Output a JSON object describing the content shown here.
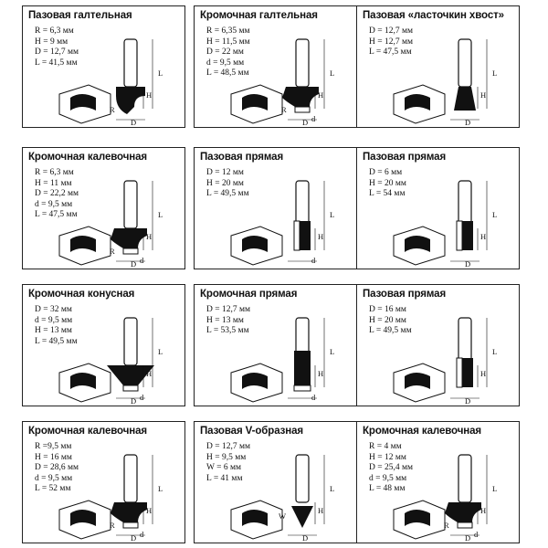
{
  "cards": [
    {
      "title": "Пазовая галтельная",
      "specs": [
        "R = 6,3 мм",
        "H = 9 мм",
        "D = 12,7 мм",
        "L = 41,5 мм"
      ],
      "dims": [
        "L",
        "H",
        "D",
        "R"
      ]
    },
    {
      "title": "Кромочная галтельная",
      "specs": [
        "R = 6,35 мм",
        "H = 11,5 мм",
        "D = 22 мм",
        "d = 9,5 мм",
        "L = 48,5 мм"
      ],
      "dims": [
        "D",
        "L",
        "H",
        "R",
        "d"
      ]
    },
    {
      "title": "Пазовая «ласточкин хвост»",
      "specs": [
        "D = 12,7 мм",
        "H = 12,7 мм",
        "L = 47,5 мм"
      ],
      "dims": [
        "L",
        "H",
        "D"
      ]
    },
    {
      "title": "Кромочная калевочная",
      "specs": [
        "R = 6,3 мм",
        "H = 11 мм",
        "D = 22,2 мм",
        "d = 9,5 мм",
        "L = 47,5 мм"
      ],
      "dims": [
        "D",
        "L",
        "H",
        "R",
        "d"
      ]
    },
    {
      "title": "Пазовая прямая",
      "specs": [
        "D = 12 мм",
        "H = 20 мм",
        "L = 49,5 мм"
      ],
      "dims": [
        "L",
        "H",
        "d"
      ]
    },
    {
      "title": "Пазовая прямая",
      "specs": [
        "D = 6 мм",
        "H = 20 мм",
        "L = 54 мм"
      ],
      "dims": [
        "L",
        "H",
        "D"
      ]
    },
    {
      "title": "Кромочная конусная",
      "specs": [
        "D = 32 мм",
        "d = 9,5 мм",
        "H = 13 мм",
        "L = 49,5 мм"
      ],
      "dims": [
        "D",
        "L",
        "H",
        "d"
      ]
    },
    {
      "title": "Кромочная прямая",
      "specs": [
        "D = 12,7 мм",
        "H = 13 мм",
        "L = 53,5 мм"
      ],
      "dims": [
        "L",
        "H",
        "d"
      ]
    },
    {
      "title": "Пазовая прямая",
      "specs": [
        "D = 16 мм",
        "H = 20 мм",
        "L = 49,5 мм"
      ],
      "dims": [
        "L",
        "H",
        "D"
      ]
    },
    {
      "title": "Кромочная калевочная",
      "specs": [
        "R =9,5 мм",
        "H = 16 мм",
        "D = 28,6 мм",
        "d = 9,5 мм",
        "L = 52 мм"
      ],
      "dims": [
        "D",
        "L",
        "H",
        "R",
        "d"
      ]
    },
    {
      "title": "Пазовая V-образная",
      "specs": [
        "D = 12,7 мм",
        "H = 9,5 мм",
        "W = 6 мм",
        "L = 41 мм"
      ],
      "dims": [
        "L",
        "H",
        "W",
        "D"
      ]
    },
    {
      "title": "Кромочная калевочная",
      "specs": [
        "R = 4 мм",
        "H = 12 мм",
        "D = 25,4 мм",
        "d = 9,5 мм",
        "L = 48 мм"
      ],
      "dims": [
        "D",
        "L",
        "H",
        "R",
        "d"
      ]
    }
  ]
}
